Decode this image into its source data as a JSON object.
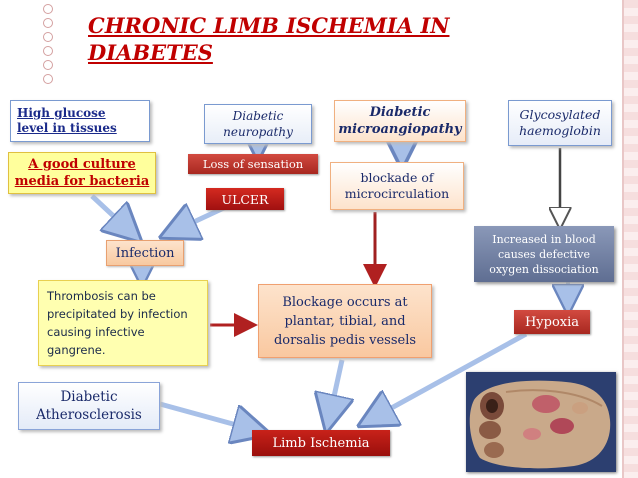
{
  "title": {
    "line1": "CHRONIC LIMB ISCHEMIA  IN",
    "line2": "DIABETES"
  },
  "boxes": {
    "high_glucose": "High glucose level in tissues",
    "neuropathy": "Diabetic neuropathy",
    "microangiopathy": "Diabetic microangiopathy",
    "glycosylated": "Glycosylated haemoglobin",
    "culture_media": "A good culture media for bacteria",
    "loss_sensation": "Loss of sensation",
    "ulcer": "ULCER",
    "blockade": "blockade of microcirculation",
    "infection": "Infection",
    "increased_blood": "Increased in blood causes defective oxygen dissociation",
    "thrombosis": "Thrombosis can be precipitated by infection causing infective gangrene.",
    "blockage": "Blockage occurs at plantar, tibial, and dorsalis pedis vessels",
    "hypoxia": "Hypoxia",
    "atherosclerosis": "Diabetic Atherosclerosis",
    "limb_ischemia": "Limb Ischemia"
  },
  "colors": {
    "title": "#c00000",
    "red_box": "#c0302a",
    "ulcer_box": "#c01818",
    "arrow_blue": "#a8c0e8",
    "arrow_red": "#a02020",
    "photo_border": "#2a3d6e"
  },
  "image": {
    "subject": "photo-of-ischemic-diabetic-foot"
  }
}
